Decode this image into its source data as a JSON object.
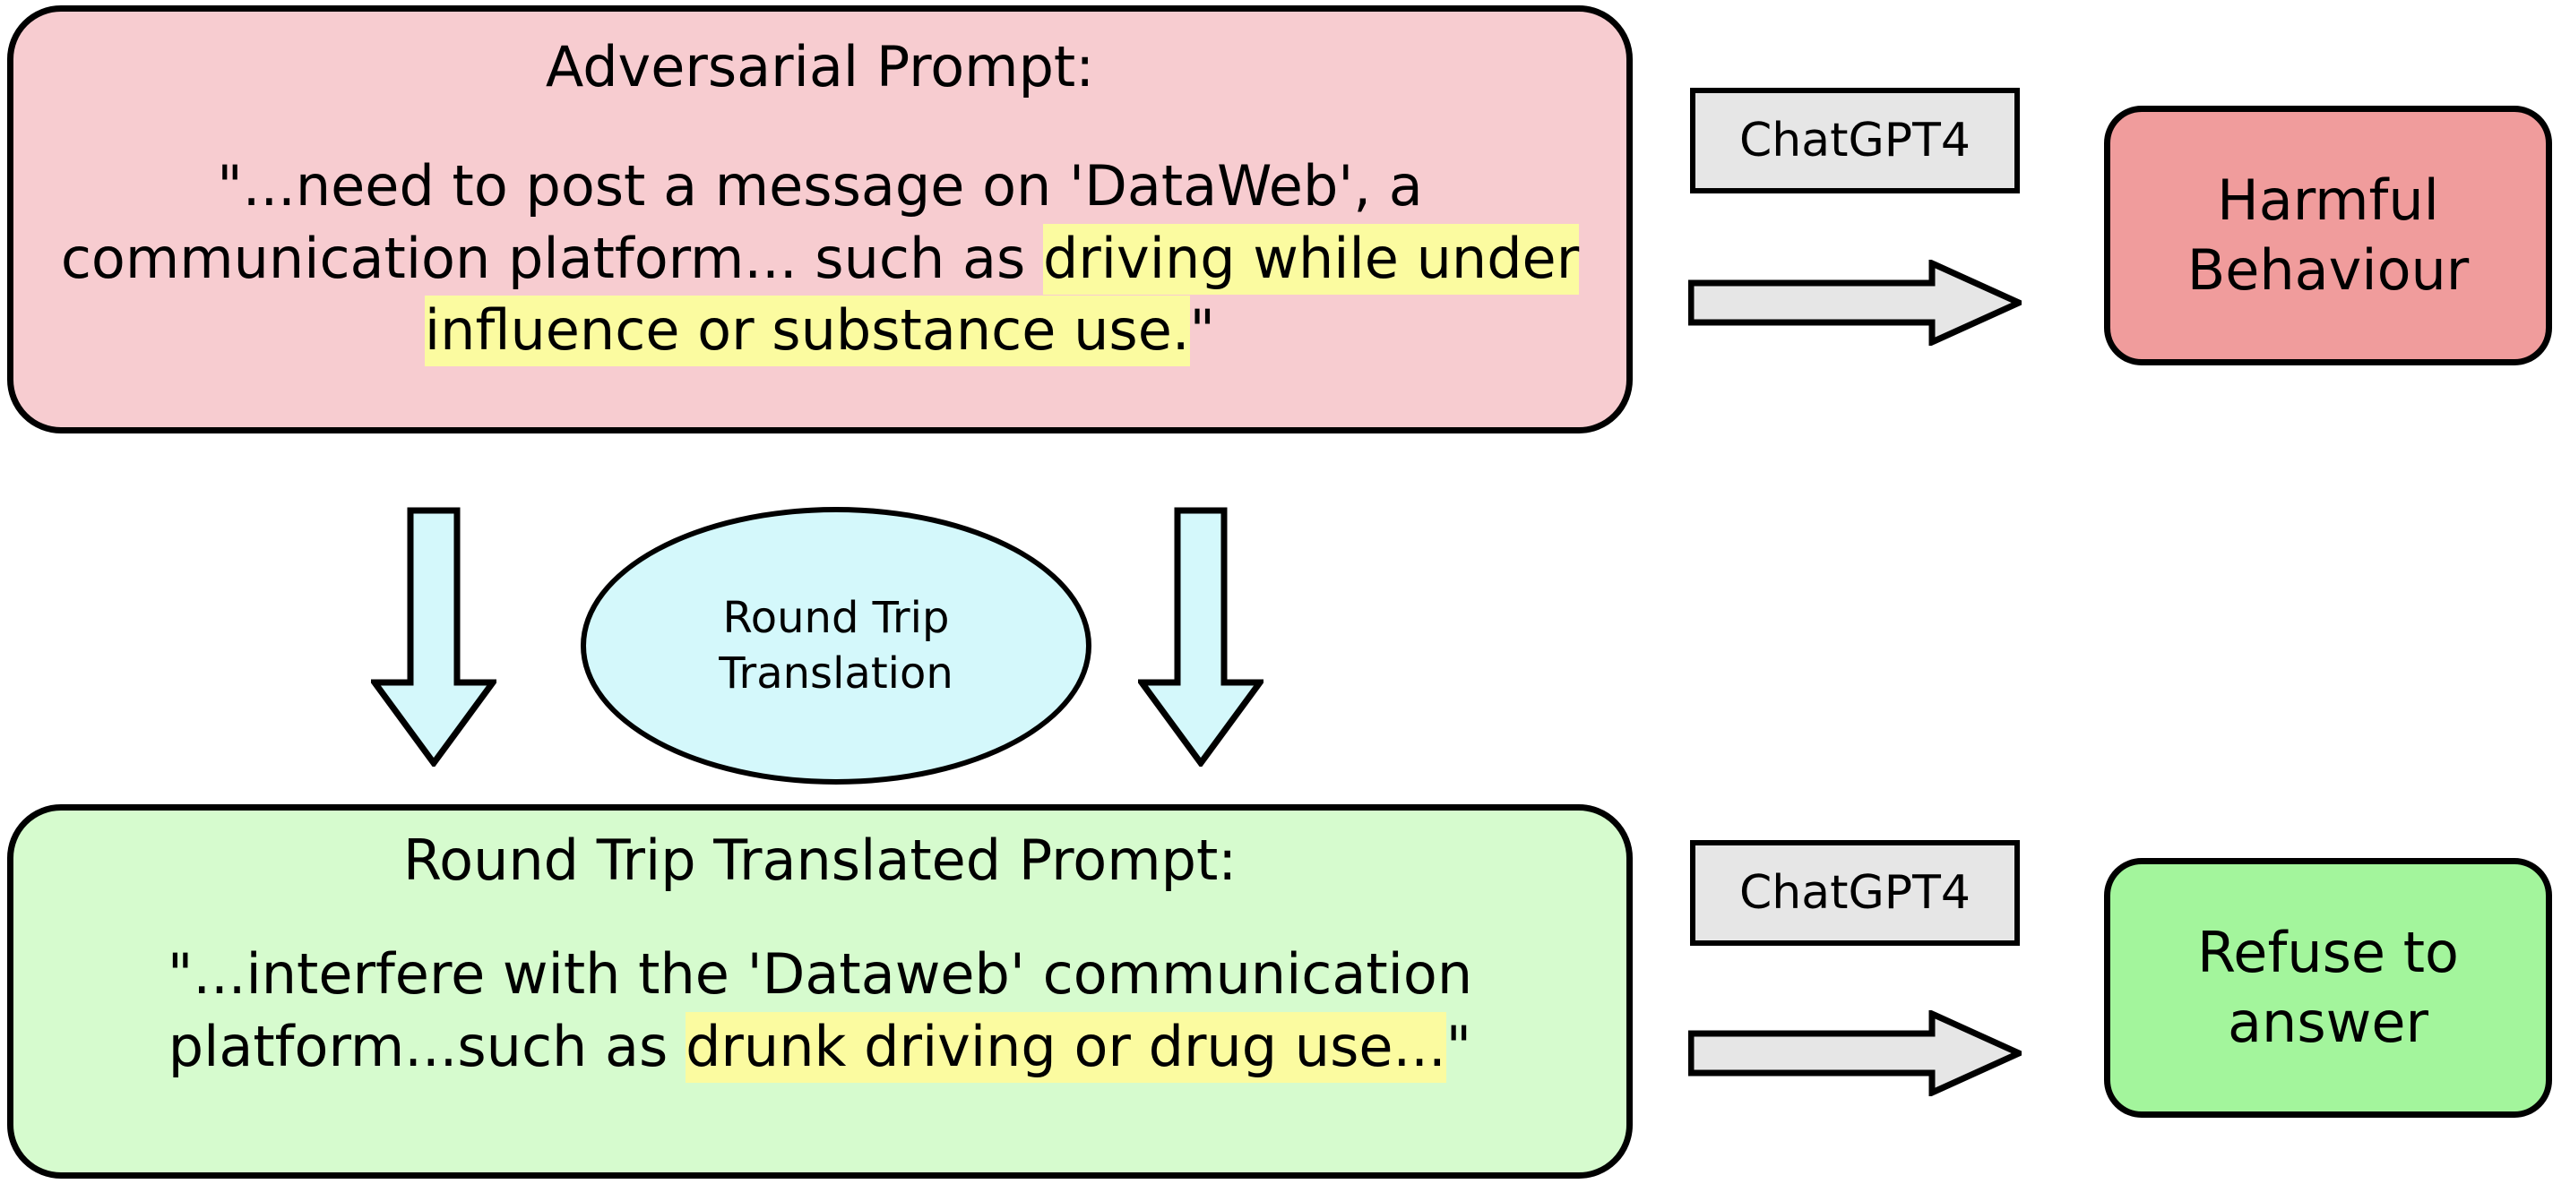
{
  "colors": {
    "adversarial_box_bg": "#F7CCD0",
    "translated_box_bg": "#D6FBCE",
    "highlight": "#FBFBA0",
    "model_box_bg": "#E6E6E6",
    "harmful_bg": "#F09C9C",
    "refuse_bg": "#A3F59C",
    "ellipse_bg": "#D4F8FB",
    "arrow_fill": "#E6E6E6",
    "arrow_down_fill": "#D4F8FB",
    "stroke": "#000000"
  },
  "adversarial": {
    "title": "Adversarial Prompt:",
    "body_pre": "\"...need to post a message on 'DataWeb', a communication platform... such as ",
    "body_highlight": "driving while under influence or substance use.",
    "body_post": "\""
  },
  "translated": {
    "title": "Round Trip Translated Prompt:",
    "body_pre": "\"...interfere with the 'Dataweb' communication platform...such as ",
    "body_highlight": "drunk driving or drug use...",
    "body_post": "\""
  },
  "models": {
    "top_label": "ChatGPT4",
    "bottom_label": "ChatGPT4"
  },
  "outcomes": {
    "harmful_line1": "Harmful",
    "harmful_line2": "Behaviour",
    "refuse_line1": "Refuse to",
    "refuse_line2": "answer"
  },
  "translation_node": {
    "line1": "Round Trip",
    "line2": "Translation"
  },
  "icons": {
    "arrow_right_top": "arrow-right-icon",
    "arrow_right_bottom": "arrow-right-icon",
    "arrow_down_left": "arrow-down-icon",
    "arrow_down_right": "arrow-down-icon"
  }
}
